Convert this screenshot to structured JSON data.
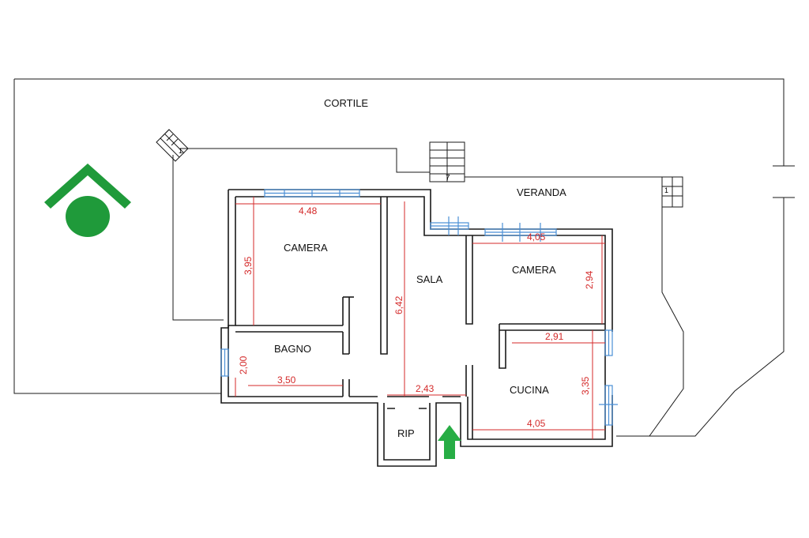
{
  "colors": {
    "wall": "#1a1a1a",
    "dimension": "#d42a2a",
    "window": "#4a8fd6",
    "logo": "#1f9a3a",
    "entrance_arrow": "#27ad45"
  },
  "icons": {
    "logo": "green-roof-house-logo",
    "entrance": "up-arrow"
  },
  "labels": {
    "cortile": "CORTILE",
    "veranda": "VERANDA",
    "camera_left": "CAMERA",
    "sala": "SALA",
    "camera_right": "CAMERA",
    "bagno": "BAGNO",
    "cucina": "CUCINA",
    "rip": "RIP",
    "stair_left_number": "1",
    "stair_center_number": "7",
    "stair_right_number": "1"
  },
  "dimensions": {
    "camera_left_width": "4,48",
    "camera_left_depth": "3,95",
    "sala_depth": "6,42",
    "sala_width": "2,43",
    "camera_right_width": "4,05",
    "camera_right_depth": "2,94",
    "bagno_depth": "2,00",
    "bagno_width": "3,50",
    "cucina_upper_width": "2,91",
    "cucina_depth": "3,35",
    "cucina_width": "4,05"
  }
}
